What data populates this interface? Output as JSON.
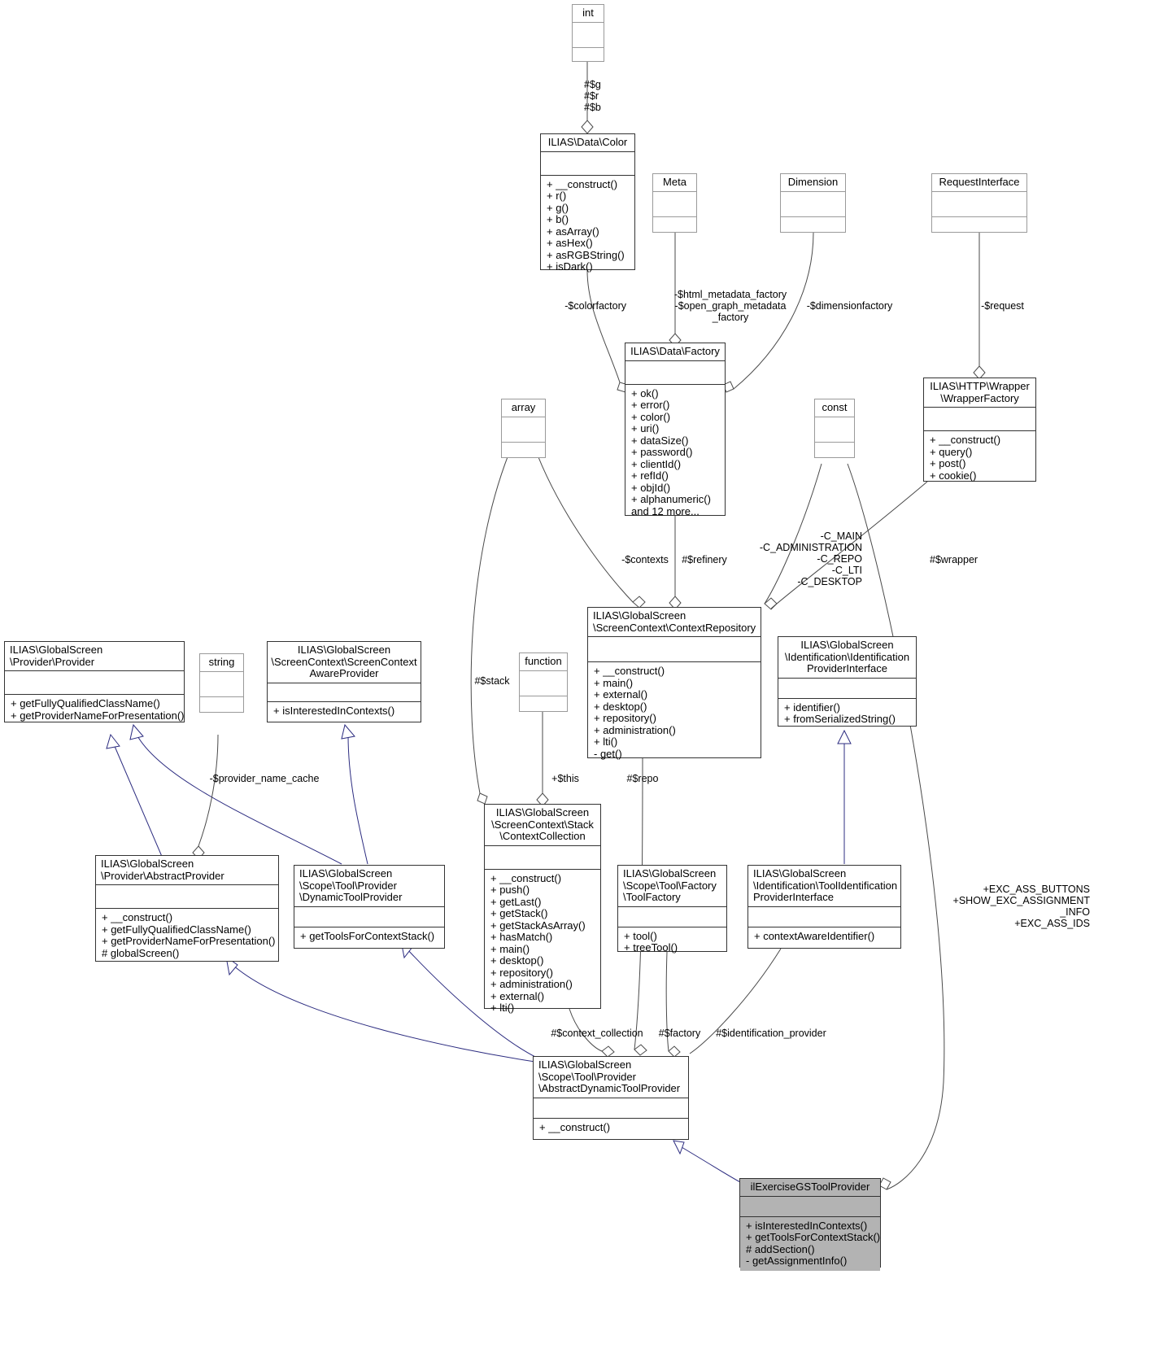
{
  "diagram": {
    "title": "ilExerciseGSToolProvider collaboration diagram",
    "type": "uml-class-diagram",
    "background": "#ffffff",
    "inheritance_edge_color": "#2c2c80",
    "association_edge_color": "#4a4a4a"
  },
  "classes": [
    {
      "id": "int",
      "name": "int",
      "style": "thin",
      "attributes": [],
      "operations": []
    },
    {
      "id": "color",
      "name": "ILIAS\\Data\\Color",
      "style": "normal",
      "attributes": [],
      "operations": [
        "+ __construct()",
        "+ r()",
        "+ g()",
        "+ b()",
        "+ asArray()",
        "+ asHex()",
        "+ asRGBString()",
        "+ isDark()"
      ]
    },
    {
      "id": "meta",
      "name": "Meta",
      "style": "thin",
      "attributes": [],
      "operations": []
    },
    {
      "id": "dimension",
      "name": "Dimension",
      "style": "thin",
      "attributes": [],
      "operations": []
    },
    {
      "id": "requestinterface",
      "name": "RequestInterface",
      "style": "thin",
      "attributes": [],
      "operations": []
    },
    {
      "id": "datafactory",
      "name": "ILIAS\\Data\\Factory",
      "style": "normal",
      "attributes": [],
      "operations": [
        "+ ok()",
        "+ error()",
        "+ color()",
        "+ uri()",
        "+ dataSize()",
        "+ password()",
        "+ clientId()",
        "+ refId()",
        "+ objId()",
        "+ alphanumeric()",
        "and 12 more..."
      ]
    },
    {
      "id": "wrapperfactory",
      "name": "ILIAS\\HTTP\\Wrapper\n\\WrapperFactory",
      "style": "normal",
      "attributes": [],
      "operations": [
        "+ __construct()",
        "+ query()",
        "+ post()",
        "+ cookie()"
      ]
    },
    {
      "id": "array",
      "name": "array",
      "style": "thin",
      "attributes": [],
      "operations": []
    },
    {
      "id": "const",
      "name": "const",
      "style": "thin",
      "attributes": [],
      "operations": []
    },
    {
      "id": "contextrepository",
      "name": "ILIAS\\GlobalScreen\n\\ScreenContext\\ContextRepository",
      "style": "normal",
      "nameAlign": "left",
      "attributes": [],
      "operations": [
        "+ __construct()",
        "+ main()",
        "+ external()",
        "+ desktop()",
        "+ repository()",
        "+ administration()",
        "+ lti()",
        "- get()"
      ]
    },
    {
      "id": "identificationproviderinterface",
      "name": "ILIAS\\GlobalScreen\n\\Identification\\Identification\nProviderInterface",
      "style": "normal",
      "attributes": [],
      "operations": [
        "+ identifier()",
        "+ fromSerializedString()"
      ]
    },
    {
      "id": "providerprovider",
      "name": "ILIAS\\GlobalScreen\n\\Provider\\Provider",
      "style": "normal",
      "nameAlign": "left",
      "attributes": [],
      "operations": [
        "+ getFullyQualifiedClassName()",
        "+ getProviderNameForPresentation()"
      ]
    },
    {
      "id": "string",
      "name": "string",
      "style": "thin",
      "attributes": [],
      "operations": []
    },
    {
      "id": "screencontextawareprovider",
      "name": "ILIAS\\GlobalScreen\n\\ScreenContext\\ScreenContext\nAwareProvider",
      "style": "normal",
      "attributes": [],
      "operations": [
        "+ isInterestedInContexts()"
      ]
    },
    {
      "id": "function",
      "name": "function",
      "style": "thin",
      "attributes": [],
      "operations": []
    },
    {
      "id": "abstractprovider",
      "name": "ILIAS\\GlobalScreen\n\\Provider\\AbstractProvider",
      "style": "normal",
      "nameAlign": "left",
      "attributes": [],
      "operations": [
        "+ __construct()",
        "+ getFullyQualifiedClassName()",
        "+ getProviderNameForPresentation()",
        "# globalScreen()"
      ]
    },
    {
      "id": "dynamictoolprovider",
      "name": "ILIAS\\GlobalScreen\n\\Scope\\Tool\\Provider\n\\DynamicToolProvider",
      "style": "normal",
      "nameAlign": "left",
      "attributes": [],
      "operations": [
        "+ getToolsForContextStack()"
      ]
    },
    {
      "id": "contextcollection",
      "name": "ILIAS\\GlobalScreen\n\\ScreenContext\\Stack\n\\ContextCollection",
      "style": "normal",
      "attributes": [],
      "operations": [
        "+ __construct()",
        "+ push()",
        "+ getLast()",
        "+ getStack()",
        "+ getStackAsArray()",
        "+ hasMatch()",
        "+ main()",
        "+ desktop()",
        "+ repository()",
        "+ administration()",
        "+ external()",
        "+ lti()"
      ]
    },
    {
      "id": "toolfactory",
      "name": "ILIAS\\GlobalScreen\n\\Scope\\Tool\\Factory\n\\ToolFactory",
      "style": "normal",
      "nameAlign": "left",
      "attributes": [],
      "operations": [
        "+ tool()",
        "+ treeTool()"
      ]
    },
    {
      "id": "toolidentificationproviderinterface",
      "name": "ILIAS\\GlobalScreen\n\\Identification\\ToolIdentification\nProviderInterface",
      "style": "normal",
      "nameAlign": "left",
      "attributes": [],
      "operations": [
        "+ contextAwareIdentifier()"
      ]
    },
    {
      "id": "abstractdynamictoolprovider",
      "name": "ILIAS\\GlobalScreen\n\\Scope\\Tool\\Provider\n\\AbstractDynamicToolProvider",
      "style": "normal",
      "nameAlign": "left",
      "attributes": [],
      "operations": [
        "+ __construct()"
      ]
    },
    {
      "id": "ilexercisegstoolprovider",
      "name": "ilExerciseGSToolProvider",
      "style": "highlight",
      "attributes": [],
      "operations": [
        "+ isInterestedInContexts()",
        "+ getToolsForContextStack()",
        "# addSection()",
        "- getAssignmentInfo()"
      ]
    }
  ],
  "edge_labels": [
    {
      "id": "lbl-gbr",
      "text": "#$g\n#$r\n#$b"
    },
    {
      "id": "lbl-colorfactory",
      "text": "-$colorfactory"
    },
    {
      "id": "lbl-metafactory",
      "text": "-$html_metadata_factory\n-$open_graph_metadata\n_factory"
    },
    {
      "id": "lbl-dimensionfactory",
      "text": "-$dimensionfactory"
    },
    {
      "id": "lbl-request",
      "text": "-$request"
    },
    {
      "id": "lbl-contexts",
      "text": "-$contexts"
    },
    {
      "id": "lbl-refinery",
      "text": "#$refinery"
    },
    {
      "id": "lbl-consts",
      "text": "-C_MAIN\n-C_ADMINISTRATION\n-C_REPO\n-C_LTI\n-C_DESKTOP"
    },
    {
      "id": "lbl-wrapper",
      "text": "#$wrapper"
    },
    {
      "id": "lbl-stack",
      "text": "#$stack"
    },
    {
      "id": "lbl-provider-name-cache",
      "text": "-$provider_name_cache"
    },
    {
      "id": "lbl-this",
      "text": "+$this"
    },
    {
      "id": "lbl-repo",
      "text": "#$repo"
    },
    {
      "id": "lbl-context-collection",
      "text": "#$context_collection"
    },
    {
      "id": "lbl-factory",
      "text": "#$factory"
    },
    {
      "id": "lbl-identification-provider",
      "text": "#$identification_provider"
    },
    {
      "id": "lbl-exc-consts",
      "text": "+EXC_ASS_BUTTONS\n+SHOW_EXC_ASSIGNMENT\n_INFO\n+EXC_ASS_IDS"
    }
  ]
}
